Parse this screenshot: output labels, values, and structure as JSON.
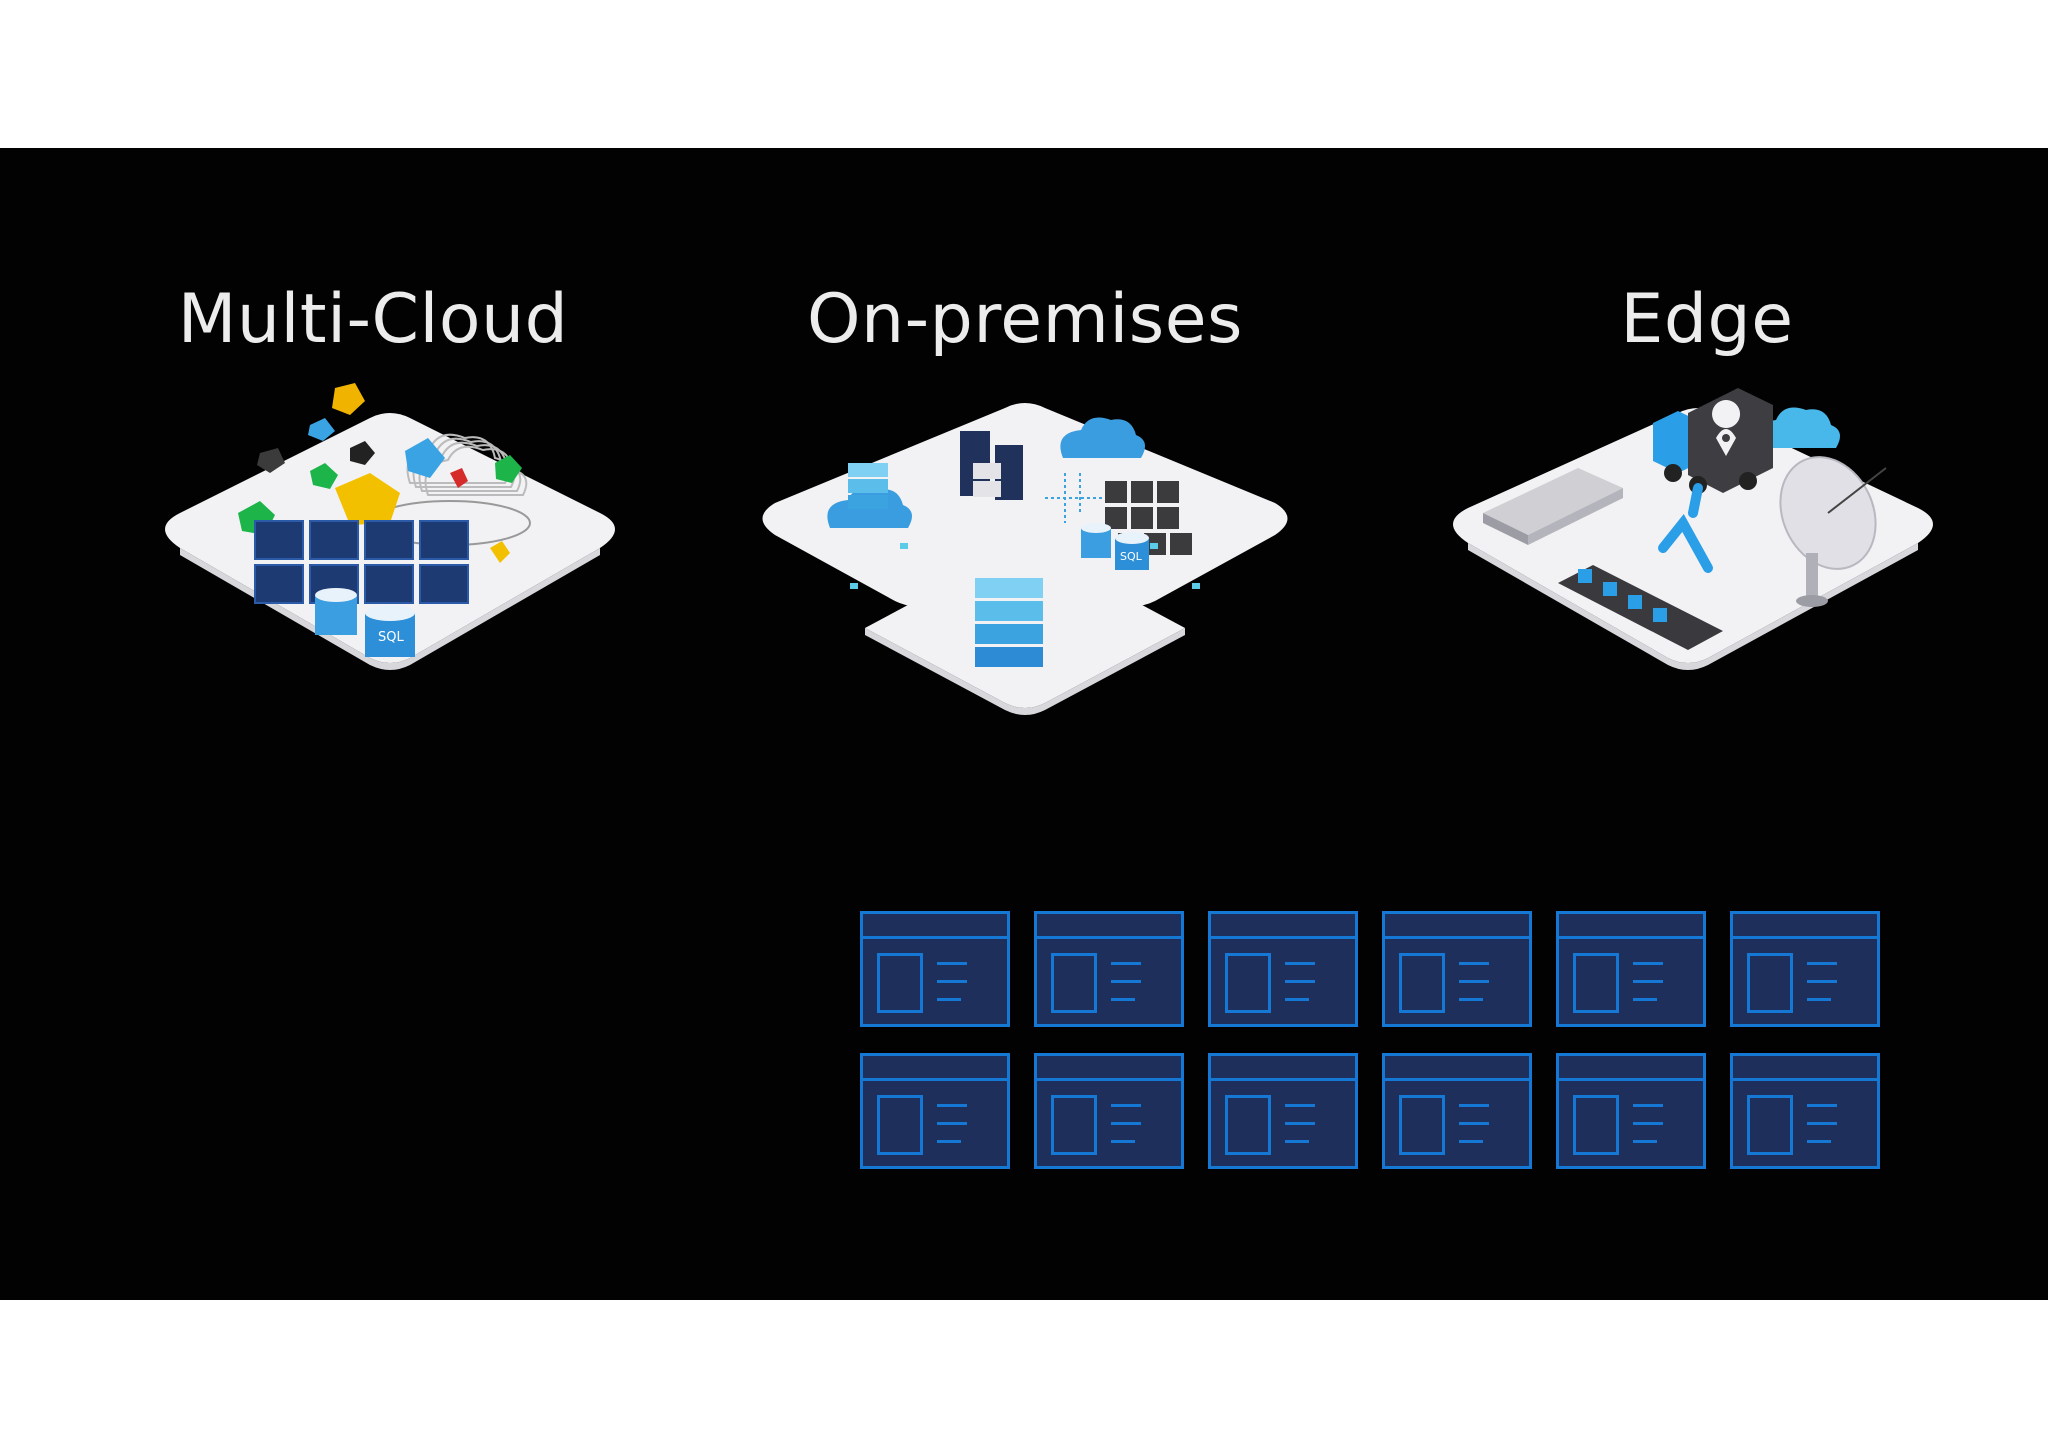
{
  "slide": {
    "background_color": "#030203",
    "accent_color": "#1478d4",
    "headings": [
      "Multi-Cloud",
      "On-premises",
      "Edge"
    ],
    "scenes": [
      {
        "name": "multi-cloud",
        "icons": [
          "gem-icon",
          "cloud-icon",
          "app-panel-icon",
          "database-icon"
        ],
        "database_label": "SQL"
      },
      {
        "name": "on-premises",
        "icons": [
          "server-rack-icon",
          "cloud-icon",
          "server-stack-icon",
          "database-icon"
        ],
        "database_label": "SQL"
      },
      {
        "name": "edge",
        "icons": [
          "truck-icon",
          "location-pin-icon",
          "cloud-icon",
          "server-appliance-icon",
          "robot-arm-icon",
          "conveyor-belt-icon",
          "satellite-dish-icon"
        ]
      }
    ],
    "panel_grid": {
      "rows": 2,
      "columns": 6,
      "icon": "app-window-icon"
    }
  }
}
